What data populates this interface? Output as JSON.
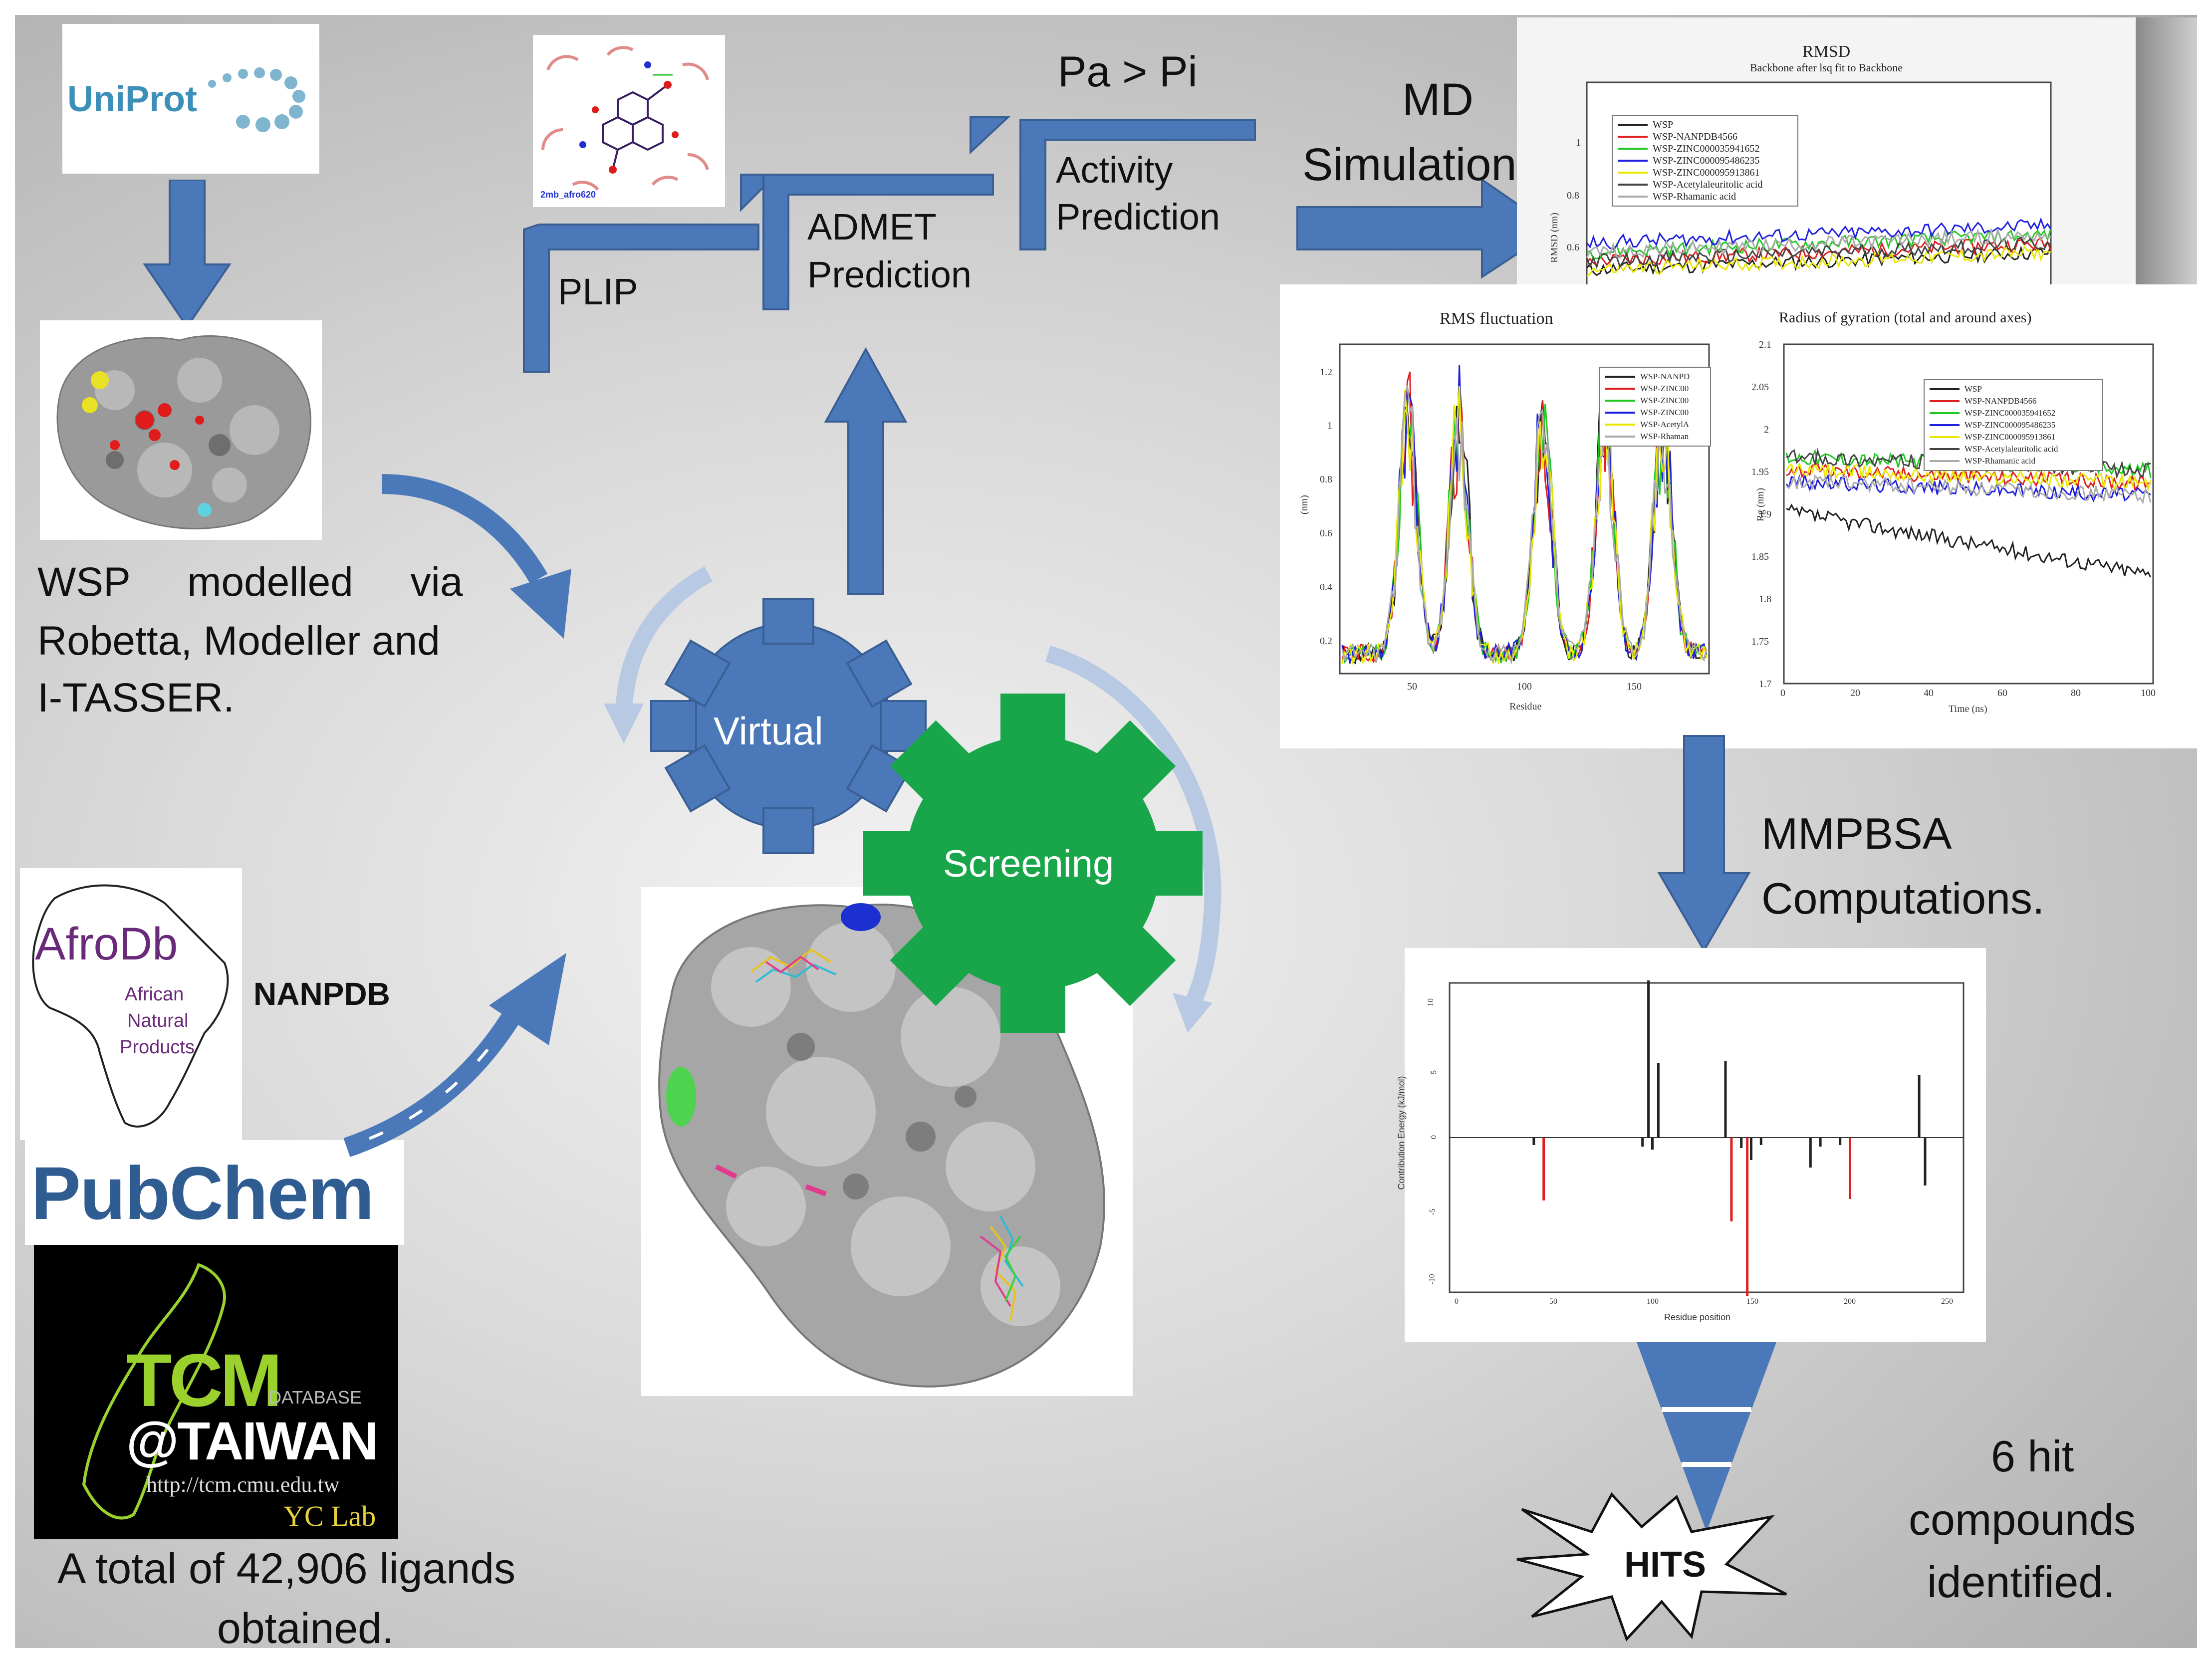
{
  "colors": {
    "arrow_blue": "#4a78b8",
    "gear_blue": "#4a78b8",
    "gear_green": "#19a64a",
    "funnel_blue": "#4a78b8"
  },
  "sources": {
    "uniprot_logo": "UniProt",
    "wsp_caption": [
      "WSP modelled via",
      "Robetta, Modeller and",
      "I-TASSER."
    ],
    "afrodb_logo": {
      "title": "AfroDb",
      "lines": [
        "African",
        "Natural",
        "Products"
      ]
    },
    "nanpdb_label": "NANPDB",
    "pubchem_logo": "PubChem",
    "tcm_logo": {
      "brand": "TCM",
      "sub": "DATABASE",
      "region": "@TAIWAN",
      "url": "http://tcm.cmu.edu.tw",
      "lab": "YC Lab"
    },
    "ligands_caption": [
      "A total of 42,906 ligands",
      "obtained."
    ]
  },
  "screening": {
    "gear_virtual": "Virtual",
    "gear_screening": "Screening"
  },
  "steps": {
    "plip": "PLIP",
    "plip_thumb_caption": "2mb_afro620",
    "admet": [
      "ADMET",
      "Prediction"
    ],
    "activity": [
      "Activity",
      "Prediction"
    ],
    "pa_pi": "Pa > Pi",
    "md": [
      "MD",
      "Simulations."
    ],
    "mmpbsa": [
      "MMPBSA",
      "Computations."
    ],
    "hits": "HITS",
    "hits_caption": [
      "6 hit",
      "compounds",
      "identified."
    ]
  },
  "chart_data": [
    {
      "type": "line",
      "title": "RMSD",
      "subtitle": "Backbone after lsq fit to Backbone",
      "ylabel": "RMSD (nm)",
      "yticks": [
        "1",
        "0.8",
        "0.6"
      ],
      "series": [
        {
          "name": "WSP",
          "color": "#222222"
        },
        {
          "name": "WSP-NANPDB4566",
          "color": "#e02020"
        },
        {
          "name": "WSP-ZINC000035941652",
          "color": "#22c822"
        },
        {
          "name": "WSP-ZINC000095486235",
          "color": "#2020e0"
        },
        {
          "name": "WSP-ZINC000095913861",
          "color": "#e8e800"
        },
        {
          "name": "WSP-Acetylaleuritolic acid",
          "color": "#444444"
        },
        {
          "name": "WSP-Rhamanic acid",
          "color": "#aaaaaa"
        }
      ]
    },
    {
      "type": "line",
      "title": "RMS fluctuation",
      "xlabel": "Residue",
      "ylabel": "(nm)",
      "xticks": [
        "50",
        "100",
        "150"
      ],
      "yticks": [
        "1.2",
        "1",
        "0.8",
        "0.6",
        "0.4",
        "0.2"
      ],
      "series": [
        {
          "name": "WSP-NANPD",
          "color": "#222222"
        },
        {
          "name": "WSP-ZINC00",
          "color": "#e02020"
        },
        {
          "name": "WSP-ZINC00",
          "color": "#22c822"
        },
        {
          "name": "WSP-ZINC00",
          "color": "#2020e0"
        },
        {
          "name": "WSP-AcetylA",
          "color": "#e8e800"
        },
        {
          "name": "WSP-Rhaman",
          "color": "#aaaaaa"
        }
      ]
    },
    {
      "type": "line",
      "title": "Radius of gyration (total and around axes)",
      "xlabel": "Time (ns)",
      "ylabel": "Rg (nm)",
      "xticks": [
        "0",
        "20",
        "40",
        "60",
        "80",
        "100"
      ],
      "yticks": [
        "2.1",
        "2.05",
        "2",
        "1.95",
        "1.9",
        "1.85",
        "1.8",
        "1.75",
        "1.7"
      ],
      "series": [
        {
          "name": "WSP",
          "color": "#222222"
        },
        {
          "name": "WSP-NANPDB4566",
          "color": "#e02020"
        },
        {
          "name": "WSP-ZINC000035941652",
          "color": "#22c822"
        },
        {
          "name": "WSP-ZINC000095486235",
          "color": "#2020e0"
        },
        {
          "name": "WSP-ZINC000095913861",
          "color": "#e8e800"
        },
        {
          "name": "WSP-Acetylaleuritolic acid",
          "color": "#444444"
        },
        {
          "name": "WSP-Rhamanic acid",
          "color": "#aaaaaa"
        }
      ]
    },
    {
      "type": "bar",
      "xlabel": "Residue position",
      "ylabel": "Contribution Energy (kJ/mol)",
      "xticks": [
        "0",
        "50",
        "100",
        "150",
        "200",
        "250"
      ],
      "yticks": [
        "10",
        "5",
        "0",
        "-5",
        "-10"
      ],
      "ylim": [
        -10,
        10
      ],
      "x": [
        40,
        45,
        95,
        98,
        100,
        103,
        137,
        140,
        145,
        148,
        150,
        155,
        180,
        185,
        195,
        200,
        235,
        238
      ],
      "values": [
        -0.5,
        -4.2,
        -0.6,
        10.5,
        -0.8,
        5.0,
        5.1,
        -5.6,
        -0.7,
        -10.6,
        -1.5,
        -0.5,
        -2.0,
        -0.6,
        -0.5,
        -4.1,
        4.2,
        -3.2
      ],
      "bar_colors": [
        "#222222",
        "#e02020",
        "#222222",
        "#222222",
        "#222222",
        "#222222",
        "#222222",
        "#e02020",
        "#222222",
        "#e02020",
        "#222222",
        "#222222",
        "#222222",
        "#222222",
        "#222222",
        "#e02020",
        "#222222",
        "#222222"
      ]
    }
  ]
}
